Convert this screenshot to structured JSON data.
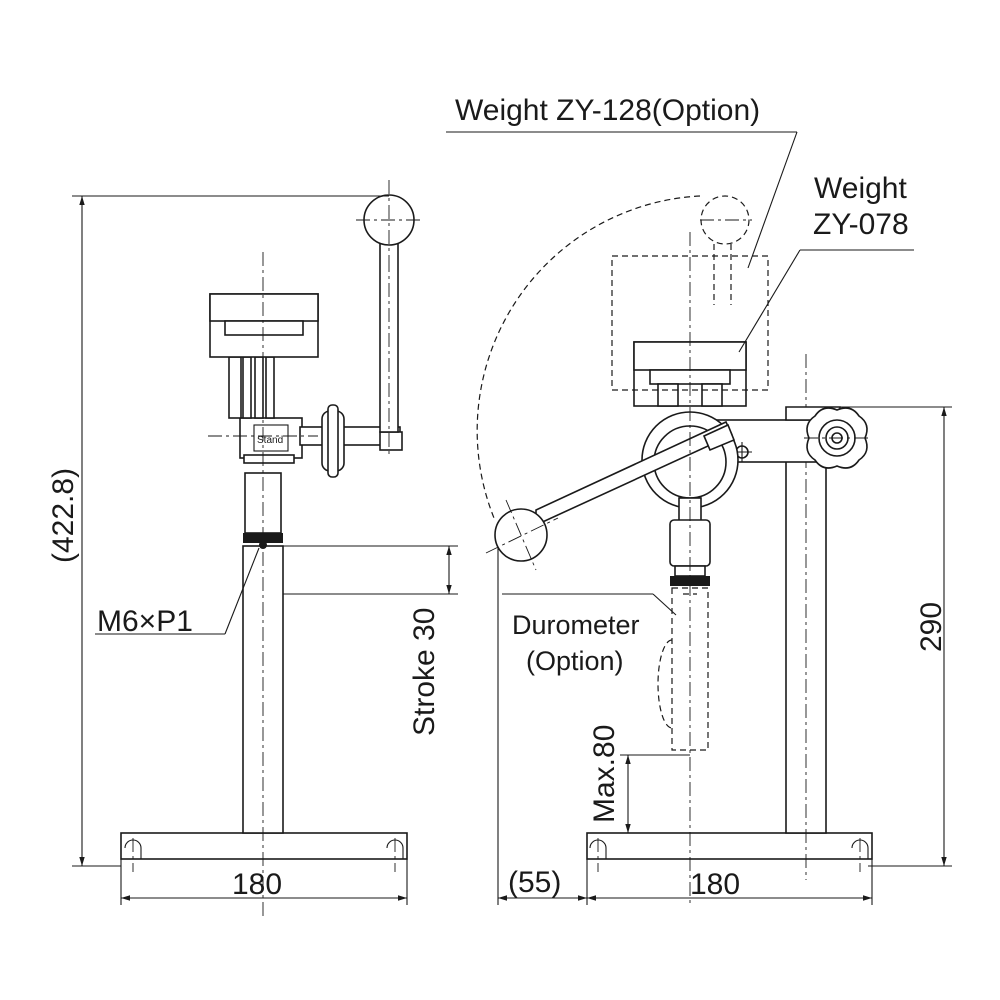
{
  "labels": {
    "weight_option": "Weight ZY-128(Option)",
    "weight_line1": "Weight",
    "weight_line2": "ZY-078",
    "overall_height": "(422.8)",
    "thread": "M6×P1",
    "stroke": "Stroke 30",
    "durometer_line1": "Durometer",
    "durometer_line2": "(Option)",
    "max_height": "Max.80",
    "column_height": "290",
    "base_left": "180",
    "offset": "(55)",
    "base_right": "180",
    "logo": "Stand"
  },
  "colors": {
    "line": "#1a1a1a",
    "background": "#ffffff"
  },
  "icons": [
    "knob-icon",
    "ball-handle-icon",
    "mounting-hole-icon"
  ]
}
